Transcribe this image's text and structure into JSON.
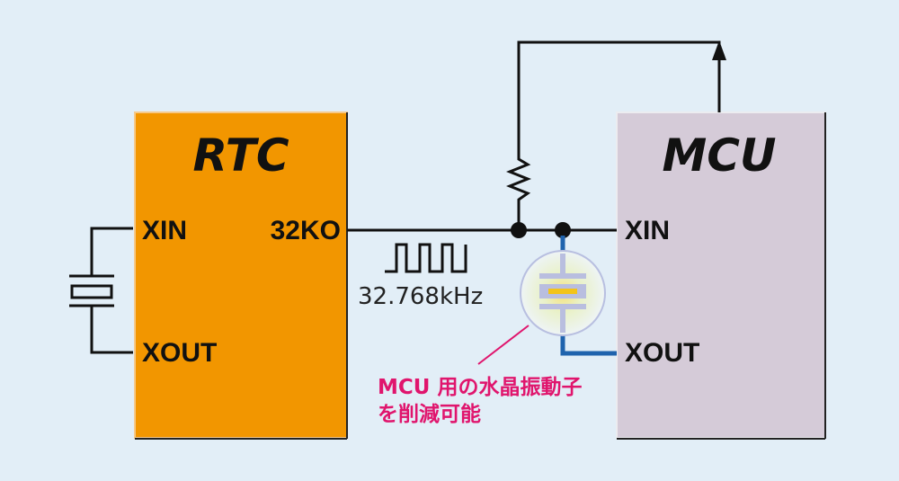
{
  "diagram": {
    "rtc": {
      "title": "RTC",
      "pins": {
        "xin": "XIN",
        "xout": "XOUT",
        "clock_out": "32KO"
      },
      "color": "#f29600"
    },
    "mcu": {
      "title": "MCU",
      "pins": {
        "xin": "XIN",
        "xout": "XOUT"
      },
      "color": "#d5cbd8"
    },
    "signal": {
      "frequency_label": "32.768kHz",
      "waveform": "square-wave"
    },
    "annotation": {
      "line1": "MCU 用の水晶振動子",
      "line2": "を削減可能",
      "color": "#e0156d"
    },
    "components": {
      "rtc_crystal": "crystal-oscillator",
      "pullup": "resistor",
      "removed_crystal": "crystal-oscillator (removable, highlighted)"
    },
    "colors": {
      "background": "#e2eef7",
      "wire": "#111111",
      "mcu_xout_wire": "#1f63ad"
    }
  }
}
